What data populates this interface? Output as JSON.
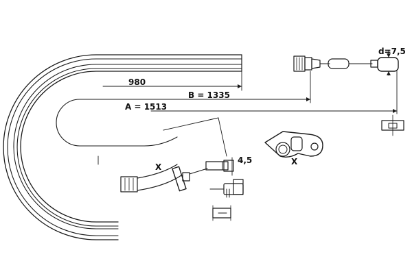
{
  "drawing": {
    "dimensions": {
      "length_980": "980",
      "length_b": "B = 1335",
      "length_a": "A = 1513",
      "diameter": "d=7,5",
      "pin_width": "4,5"
    },
    "markers": {
      "section_x_left": "X",
      "section_x_detail": "X"
    },
    "colors": {
      "line": "#1a1a1a",
      "background": "#ffffff"
    }
  }
}
